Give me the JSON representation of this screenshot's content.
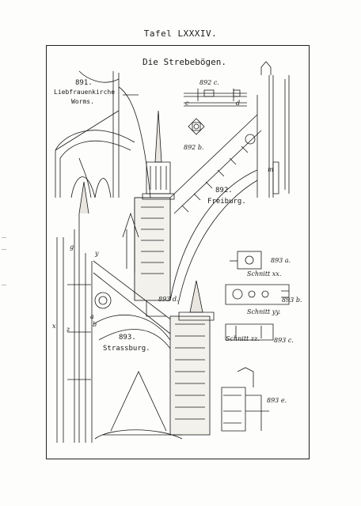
{
  "plate": {
    "title": "Tafel LXXXIV.",
    "heading": "Die Strebebögen."
  },
  "figures": [
    {
      "id": "891",
      "number": "891.",
      "caption_lines": [
        "Liebfrauenkirche",
        "Worms."
      ]
    },
    {
      "id": "892",
      "number": "892.",
      "caption": "Freiburg."
    },
    {
      "id": "892c",
      "label": "892 c."
    },
    {
      "id": "892b",
      "label": "892 b."
    },
    {
      "id": "893",
      "number": "893.",
      "caption": "Strassburg."
    },
    {
      "id": "893a",
      "label": "893 a."
    },
    {
      "id": "893b",
      "label": "893 b."
    },
    {
      "id": "893c",
      "label": "893 c."
    },
    {
      "id": "893d",
      "label": "893 d."
    },
    {
      "id": "893e",
      "label": "893 e."
    }
  ],
  "sections": {
    "xx": "Schnitt xx.",
    "yy": "Schnitt yy.",
    "zz": "Schnitt zz."
  },
  "letters": {
    "a": "a",
    "b": "b",
    "c": "c",
    "d": "d",
    "g": "g",
    "x": "x",
    "y": "y",
    "z": "z",
    "m": "m"
  },
  "ink_color": "#1a1a1a",
  "paper_color": "#fdfdfb"
}
